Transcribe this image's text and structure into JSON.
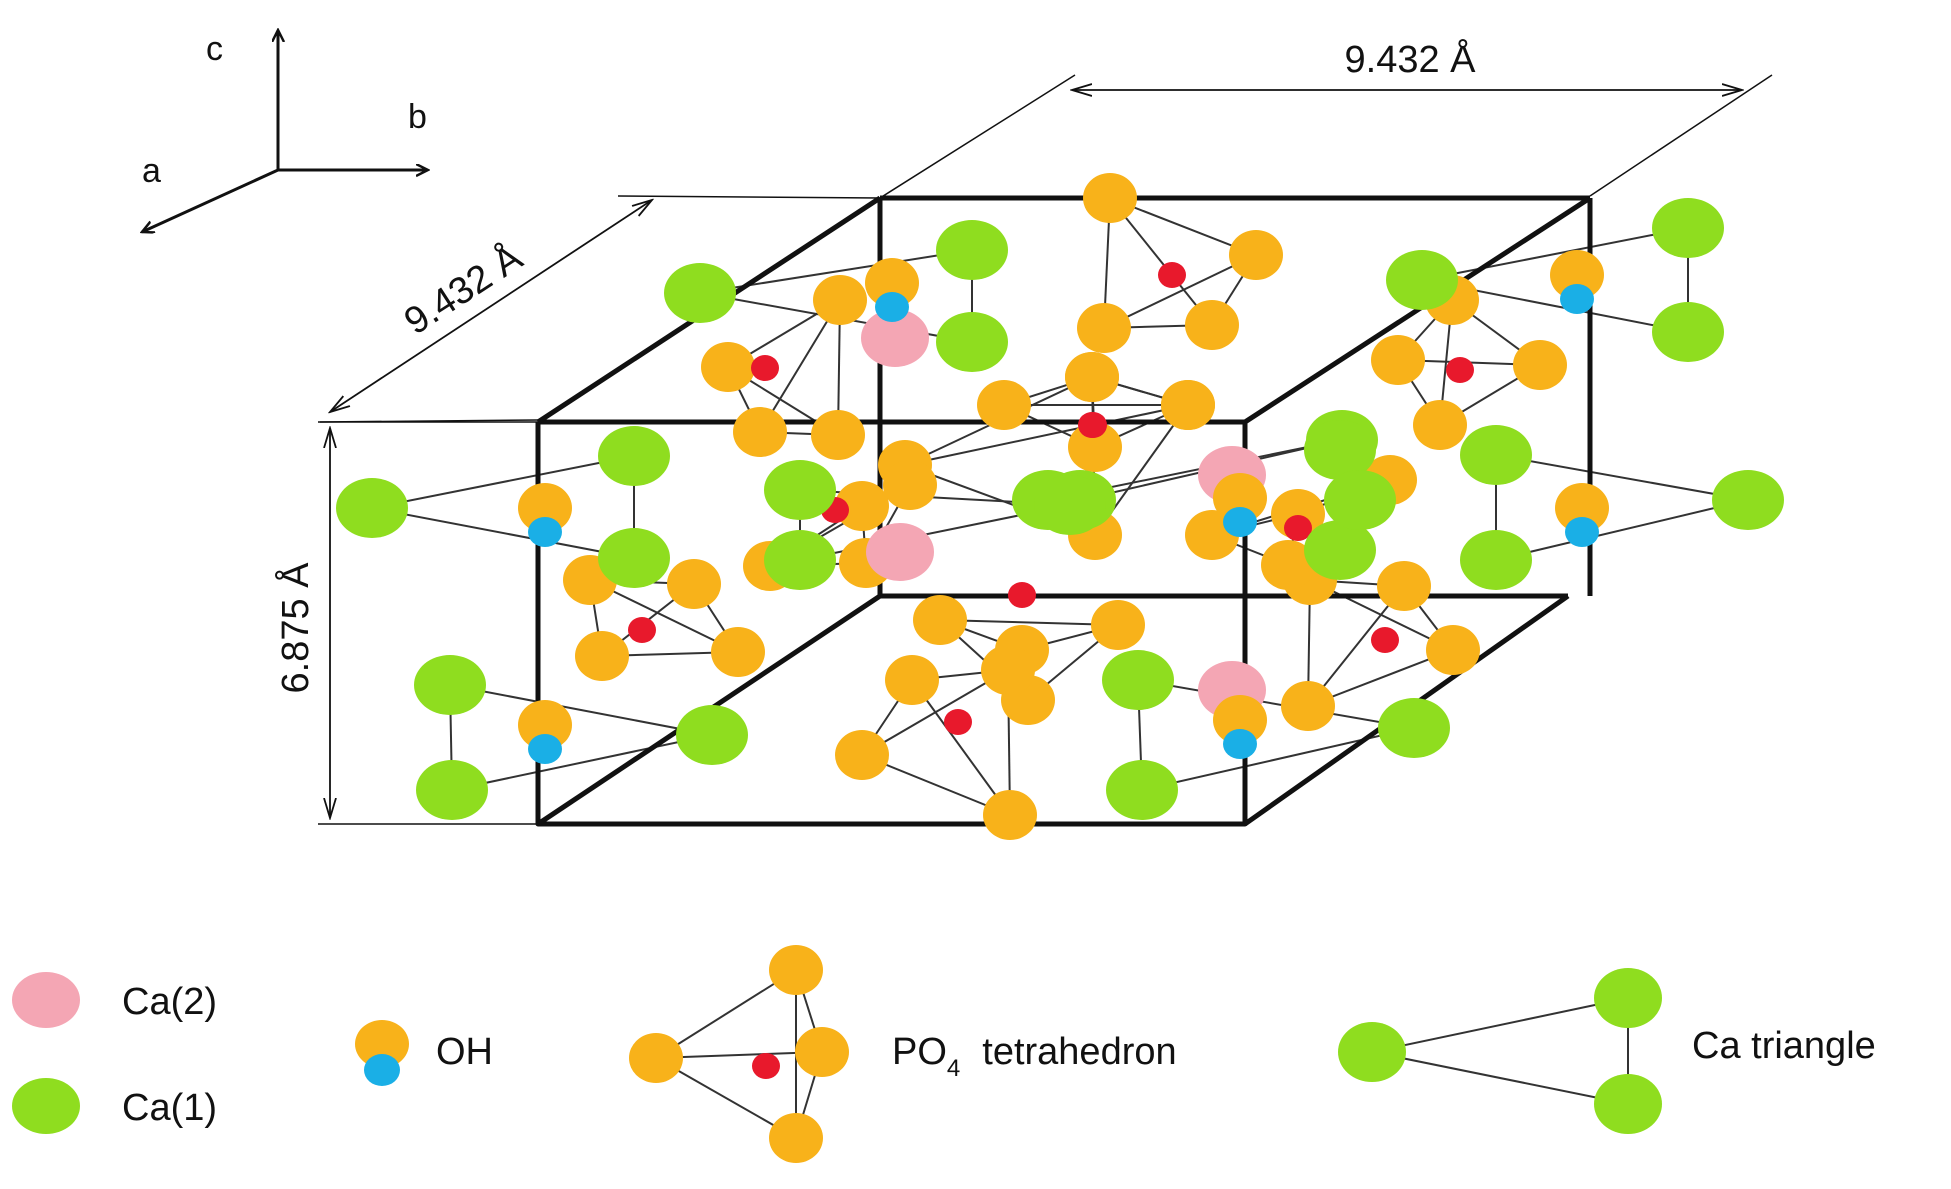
{
  "axes": {
    "c": "c",
    "b": "b",
    "a": "a"
  },
  "dimensions": {
    "b_length": "9.432 Å",
    "a_length": "9.432 Å",
    "c_length": "6.875 Å"
  },
  "legend": {
    "ca2": "Ca(2)",
    "ca1": "Ca(1)",
    "oh": "OH",
    "po4_main": "PO",
    "po4_sub": "4",
    "po4_rest": "tetrahedron",
    "ca_triangle": "Ca triangle"
  },
  "colors": {
    "ca1": "#8fdd1f",
    "ca2": "#f4a6b4",
    "oxygen": "#f8b21a",
    "hydrogen": "#1aafe6",
    "phosphorus": "#e8192c",
    "bond": "#333333",
    "frame": "#111111"
  }
}
